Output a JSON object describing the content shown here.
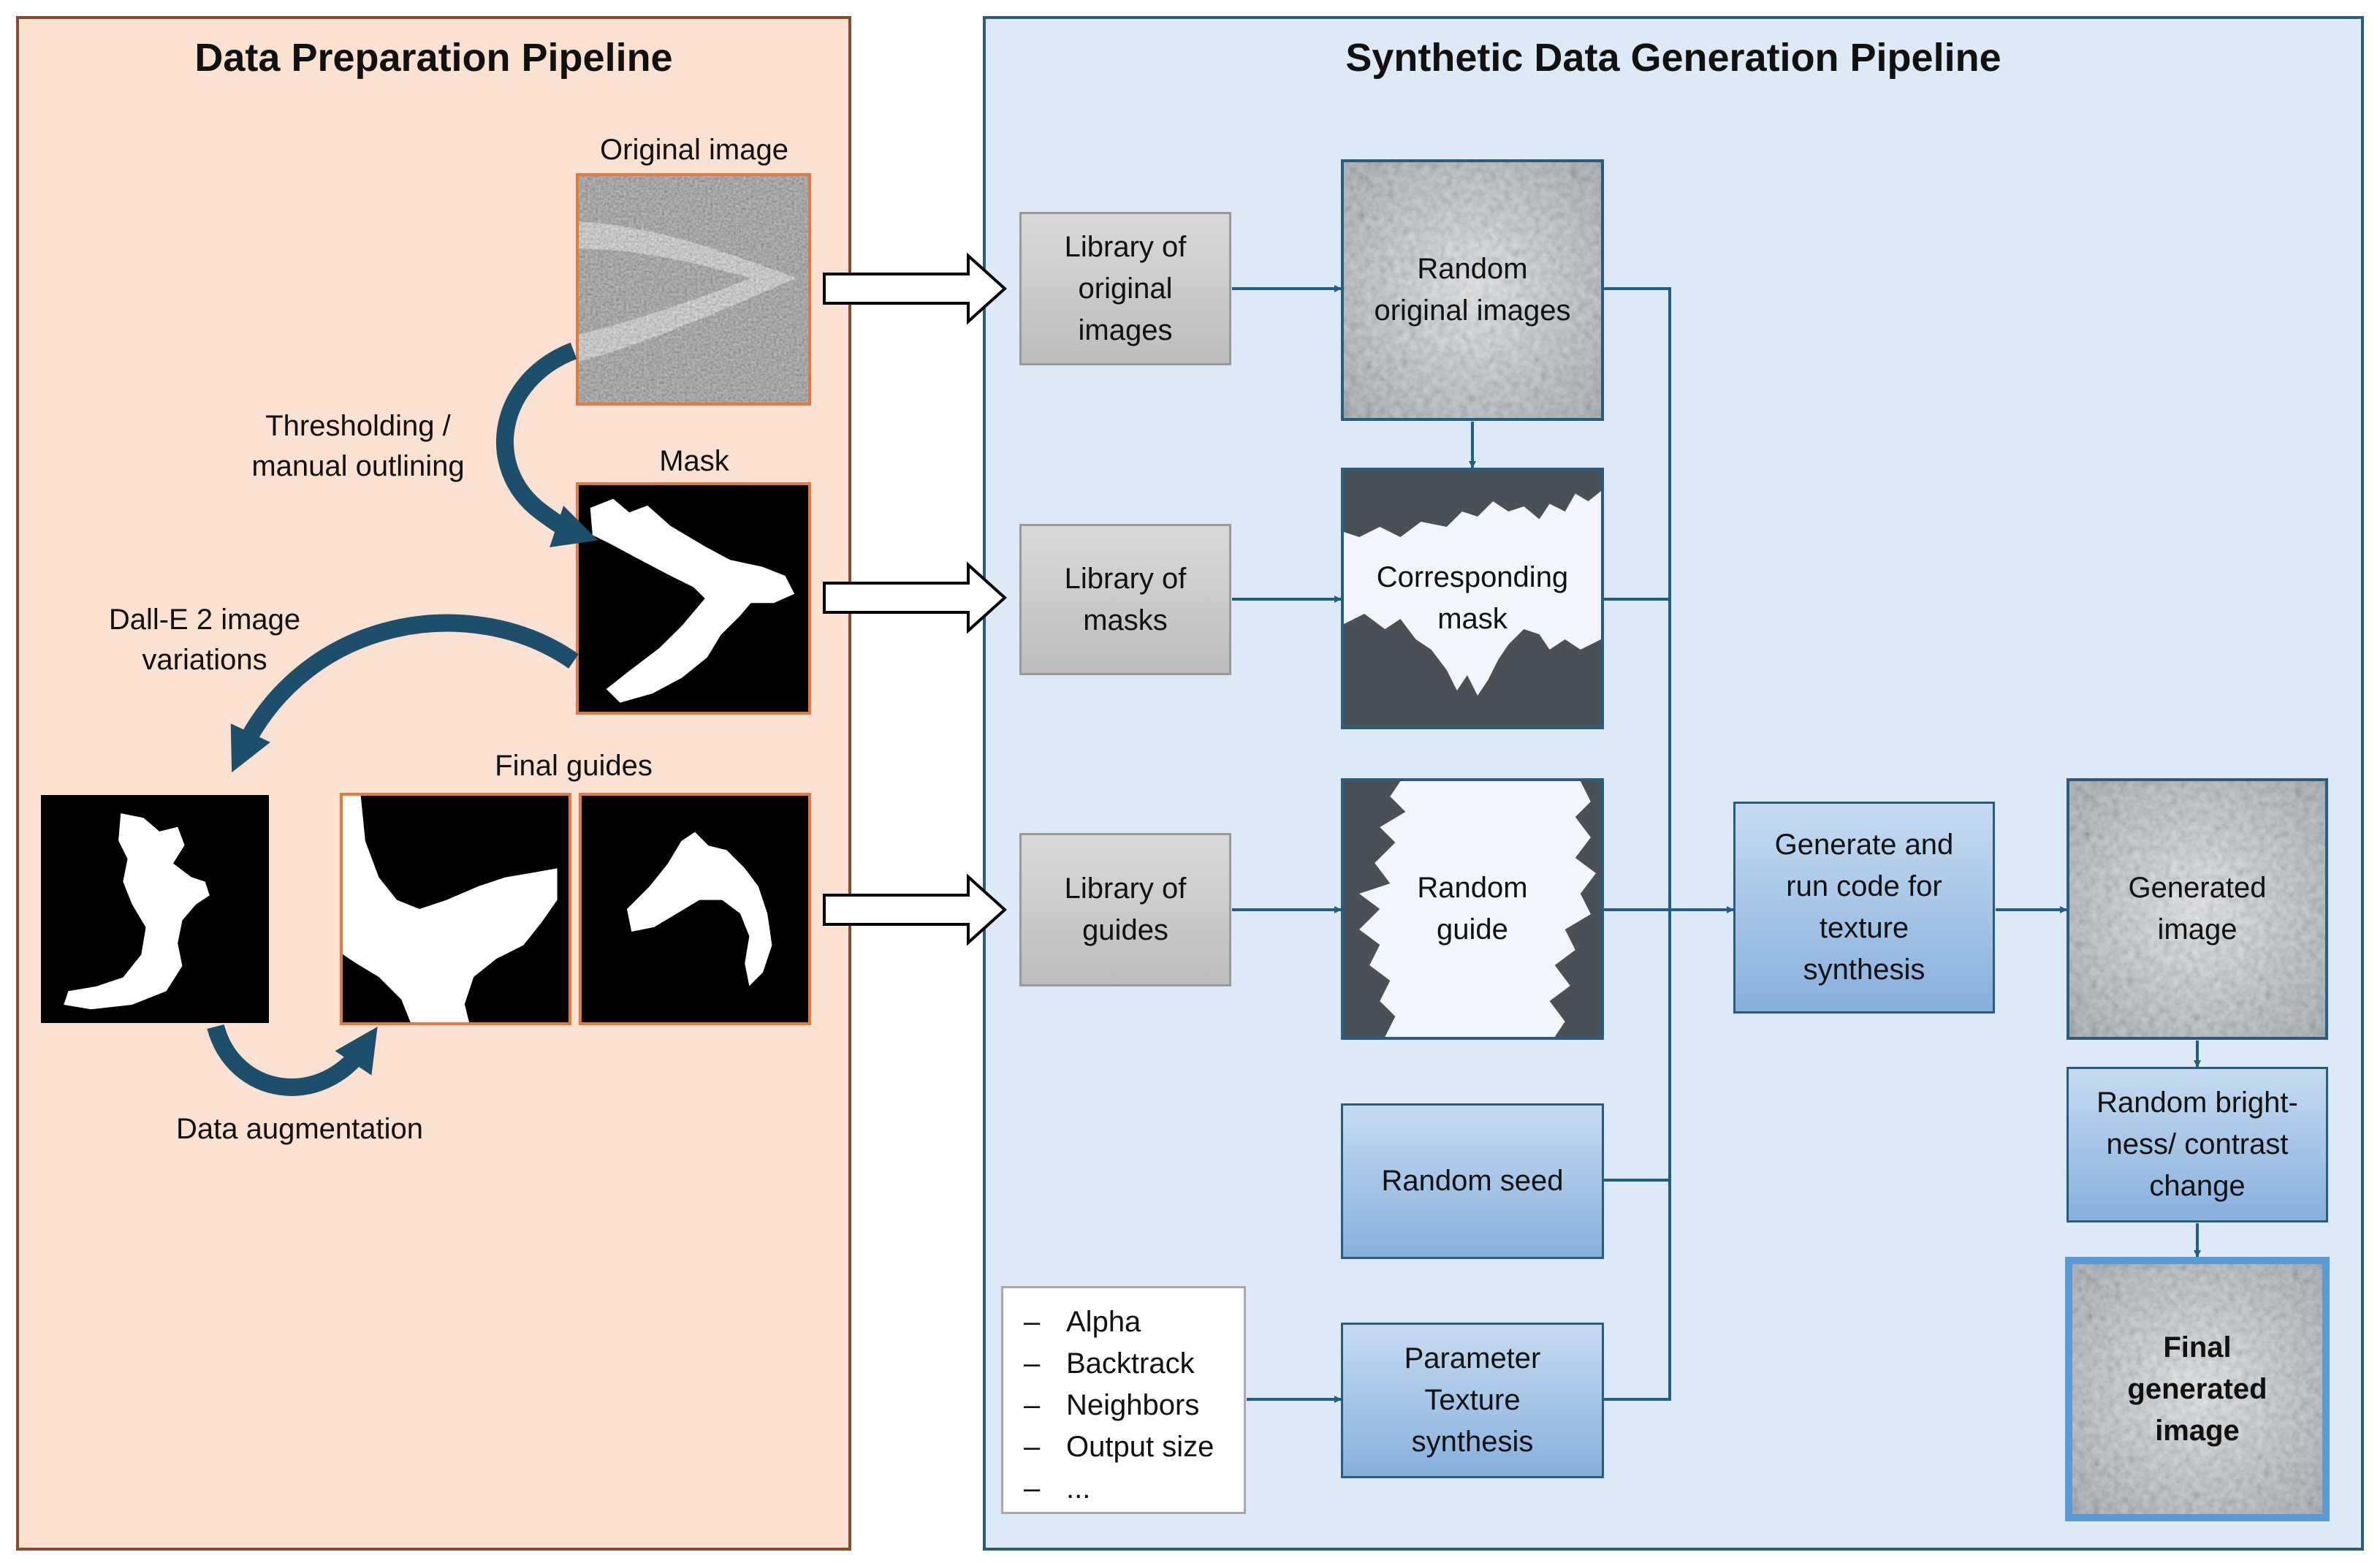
{
  "prep_panel": {
    "title": "Data Preparation Pipeline",
    "original_image_label": "Original image",
    "threshold_label_1": "Thresholding /",
    "threshold_label_2": "manual outlining",
    "mask_label": "Mask",
    "dalle_label_1": "Dall-E 2 image",
    "dalle_label_2": "variations",
    "final_guides_label": "Final guides",
    "augmentation_label": "Data augmentation"
  },
  "synth_panel": {
    "title": "Synthetic Data Generation Pipeline",
    "lib_original_1": "Library of",
    "lib_original_2": "original",
    "lib_original_3": "images",
    "lib_masks_1": "Library of",
    "lib_masks_2": "masks",
    "lib_guides_1": "Library of",
    "lib_guides_2": "guides",
    "random_original_1": "Random",
    "random_original_2": "original images",
    "corresponding_mask_1": "Corresponding",
    "corresponding_mask_2": "mask",
    "random_guide_1": "Random",
    "random_guide_2": "guide",
    "random_seed": "Random seed",
    "parameter_1": "Parameter",
    "parameter_2": "Texture",
    "parameter_3": "synthesis",
    "generate_1": "Generate and",
    "generate_2": "run code for",
    "generate_3": "texture",
    "generate_4": "synthesis",
    "generated_image_1": "Generated",
    "generated_image_2": "image",
    "brightness_1": "Random bright-",
    "brightness_2": "ness/ contrast",
    "brightness_3": "change",
    "final_1": "Final",
    "final_2": "generated",
    "final_3": "image",
    "params": [
      "Alpha",
      "Backtrack",
      "Neighbors",
      "Output size",
      "..."
    ]
  },
  "colors": {
    "prep_bg": "#fbe1d1",
    "prep_border": "#8b4a28",
    "synth_bg": "#dde9f6",
    "synth_border": "#2a5d7d",
    "connector": "#1f5f86",
    "curved_arrow": "#1d4e6b",
    "image_frame": "#e07a3f"
  }
}
